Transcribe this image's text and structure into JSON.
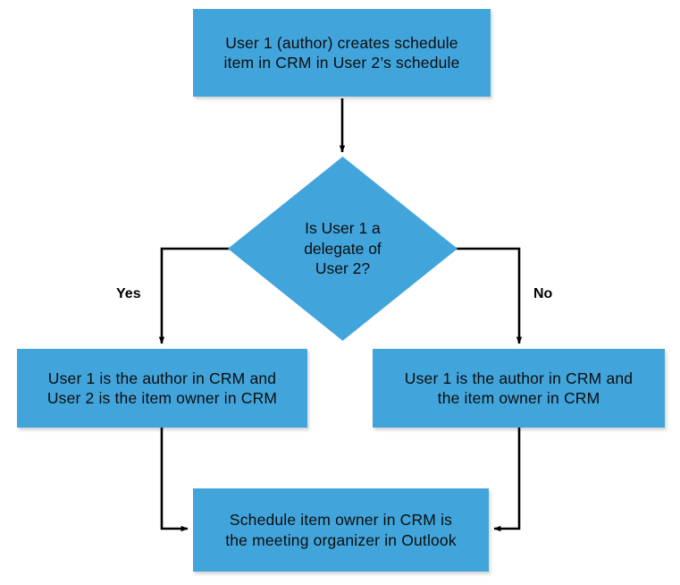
{
  "diagram": {
    "type": "flowchart",
    "background_color": "#ffffff",
    "node_fill_color": "#41a5dc",
    "text_color": "#0d0d0d",
    "connector_color": "#000000",
    "nodes": {
      "start": {
        "shape": "rectangle",
        "text": "User 1 (author) creates schedule\nitem in CRM in User 2’s schedule"
      },
      "decision": {
        "shape": "diamond",
        "text": "Is User 1 a\ndelegate of\nUser 2?"
      },
      "yes_outcome": {
        "shape": "rectangle",
        "text": "User 1 is the author in CRM and\nUser 2 is the item owner in CRM"
      },
      "no_outcome": {
        "shape": "rectangle",
        "text": "User 1 is the author in CRM and\nthe item owner in CRM"
      },
      "end": {
        "shape": "rectangle",
        "text": "Schedule item owner in CRM is\nthe meeting organizer in Outlook"
      }
    },
    "edge_labels": {
      "yes": "Yes",
      "no": "No"
    }
  }
}
